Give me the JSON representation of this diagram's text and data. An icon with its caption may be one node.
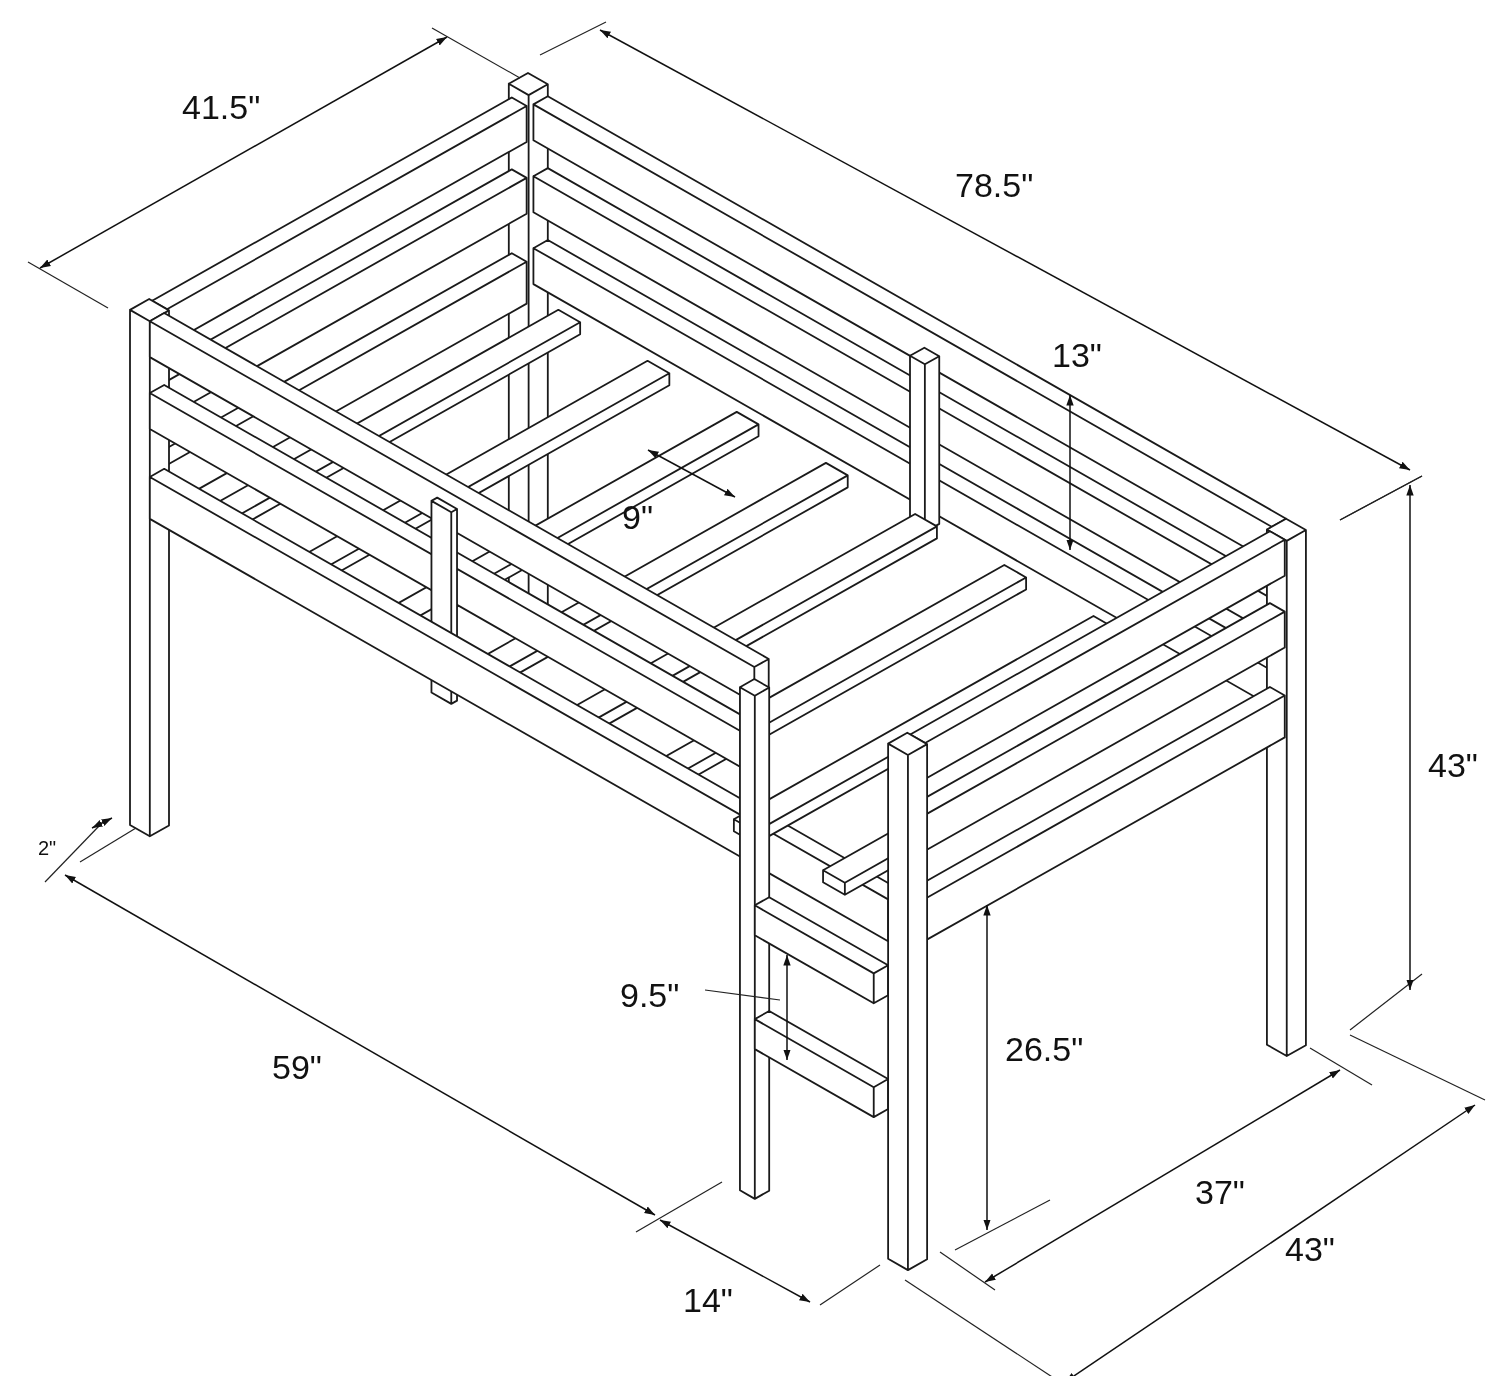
{
  "diagram": {
    "labels": [
      "41.5\"",
      "78.5\"",
      "13\"",
      "9\"",
      "43\"",
      "2\"",
      "9.5\"",
      "59\"",
      "26.5\"",
      "37\"",
      "14\"",
      "43\""
    ]
  }
}
